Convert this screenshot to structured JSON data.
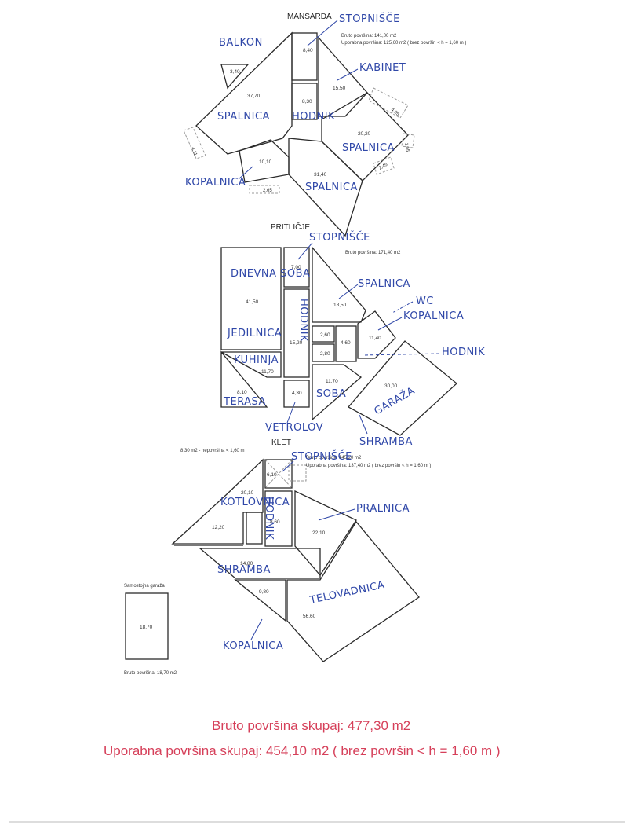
{
  "floors": {
    "mansarda": {
      "title": "MANSARDA",
      "bruto": "Bruto površina: 141,00 m2",
      "uporabna": "Uporabna površina: 125,60 m2 ( brez površin < h = 1,60 m )",
      "areas": [
        "8,40",
        "3,40",
        "37,70",
        "15,50",
        "8,30",
        "20,20",
        "10,10",
        "31,40"
      ],
      "dims": [
        "4,05",
        "4,11",
        "2,65",
        "2,45",
        "1,95"
      ],
      "labels": [
        "STOPNIŠČE",
        "BALKON",
        "KABINET",
        "SPALNICA",
        "HODNIK",
        "SPALNICA",
        "KOPALNICA",
        "SPALNICA"
      ]
    },
    "pritlicje": {
      "title": "PRITLIČJE",
      "bruto": "Bruto površina: 171,40 m2",
      "areas": [
        "7,00",
        "41,50",
        "18,50",
        "2,60",
        "4,60",
        "11,40",
        "2,80",
        "15,20",
        "11,70",
        "11,70",
        "30,00",
        "8,10",
        "4,30"
      ],
      "labels": [
        "STOPNIŠČE",
        "DNEVNA SOBA",
        "SPALNICA",
        "WC",
        "KOPALNICA",
        "JEDILNICA",
        "HODNIK",
        "HODNIK",
        "KUHINJA",
        "SOBA",
        "GARAŽA",
        "TERASA",
        "VETROLOV",
        "SHRAMBA"
      ]
    },
    "klet": {
      "title": "KLET",
      "note": "8,30 m2 - nepovršina < 1,60 m",
      "bruto": "Bruto površina: 145,20 m2",
      "uporabna": "Uporabna površina: 137,40 m2 ( brez površin < h = 1,60 m )",
      "areas": [
        "6,10",
        "20,10",
        "8,60",
        "22,10",
        "12,20",
        "14,80",
        "9,80",
        "56,60"
      ],
      "labels": [
        "STOPNIŠČE",
        "KOTLOVNICA",
        "HODNIK",
        "PRALNICA",
        "SHRAMBA",
        "TELOVADNICA",
        "KOPALNICA"
      ]
    },
    "garage": {
      "title": "Samostojna garaža",
      "area": "18,70",
      "bruto": "Bruto površina: 18,70 m2"
    }
  },
  "totals": {
    "bruto": "Bruto površina skupaj: 477,30 m2",
    "uporabna": "Uporabna površina skupaj: 454,10 m2 ( brez površin < h = 1,60 m )"
  },
  "colors": {
    "ink": "#2f47a8",
    "total": "#d6405a",
    "wall": "#2b2b2b"
  }
}
